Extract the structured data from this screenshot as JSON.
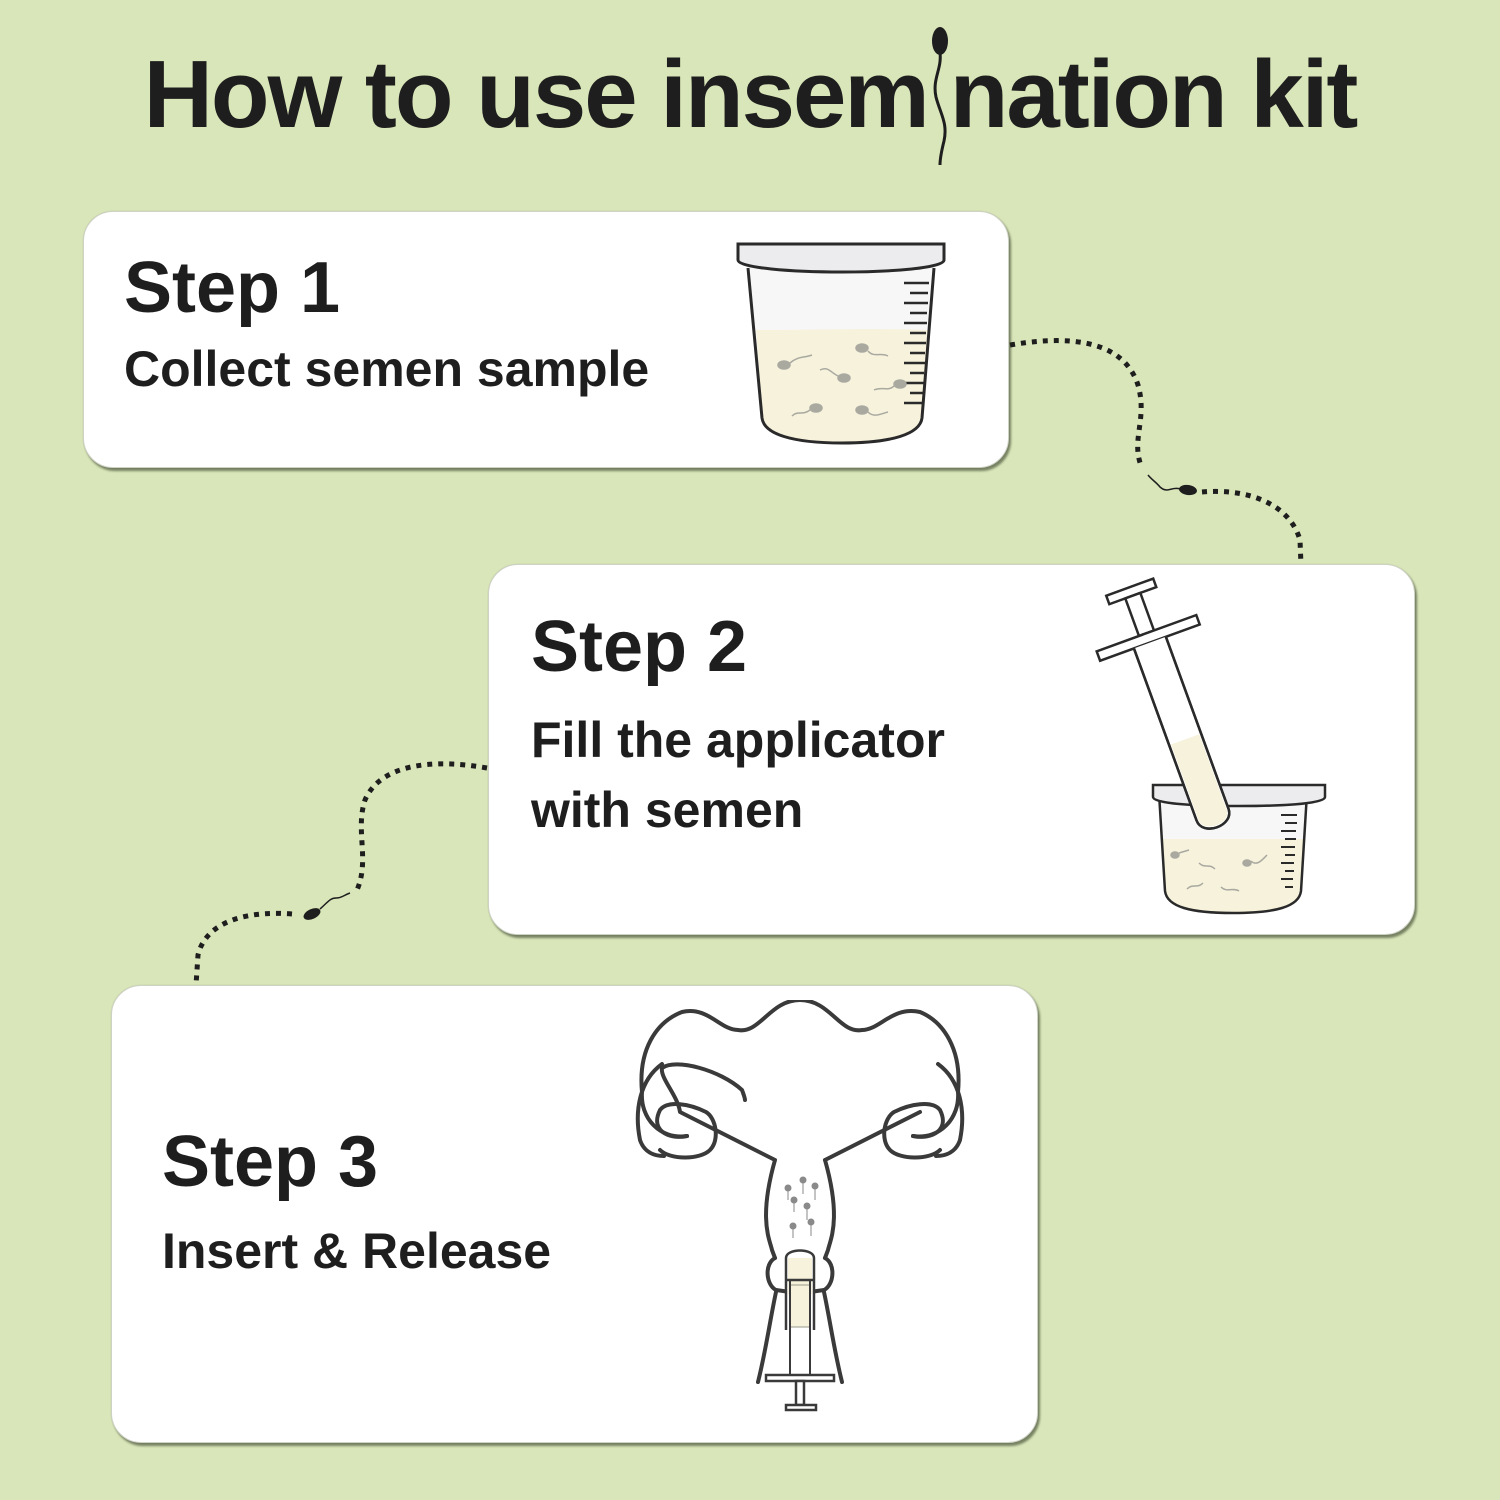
{
  "title": {
    "before": "How to use insem",
    "after": "nation kit",
    "full_text": "How to use insemination kit",
    "i_replaced_by": "sperm-icon"
  },
  "colors": {
    "background": "#d9e6b9",
    "card": "#ffffff",
    "text": "#1e1e1e",
    "fluid": "#f6f2dc",
    "outline": "#3a3a3a"
  },
  "steps": [
    {
      "step_label": "Step 1",
      "description_lines": [
        "Collect semen sample"
      ],
      "illustration": "specimen-cup-icon"
    },
    {
      "step_label": "Step 2",
      "description_lines": [
        "Fill the applicator",
        "with semen"
      ],
      "illustration": "syringe-in-cup-icon"
    },
    {
      "step_label": "Step 3",
      "description_lines": [
        "Insert & Release"
      ],
      "illustration": "uterus-applicator-icon"
    }
  ],
  "connectors": [
    {
      "from": "step-1",
      "to": "step-2",
      "style": "dotted",
      "icon": "sperm-icon"
    },
    {
      "from": "step-2",
      "to": "step-3",
      "style": "dotted",
      "icon": "sperm-icon"
    }
  ]
}
